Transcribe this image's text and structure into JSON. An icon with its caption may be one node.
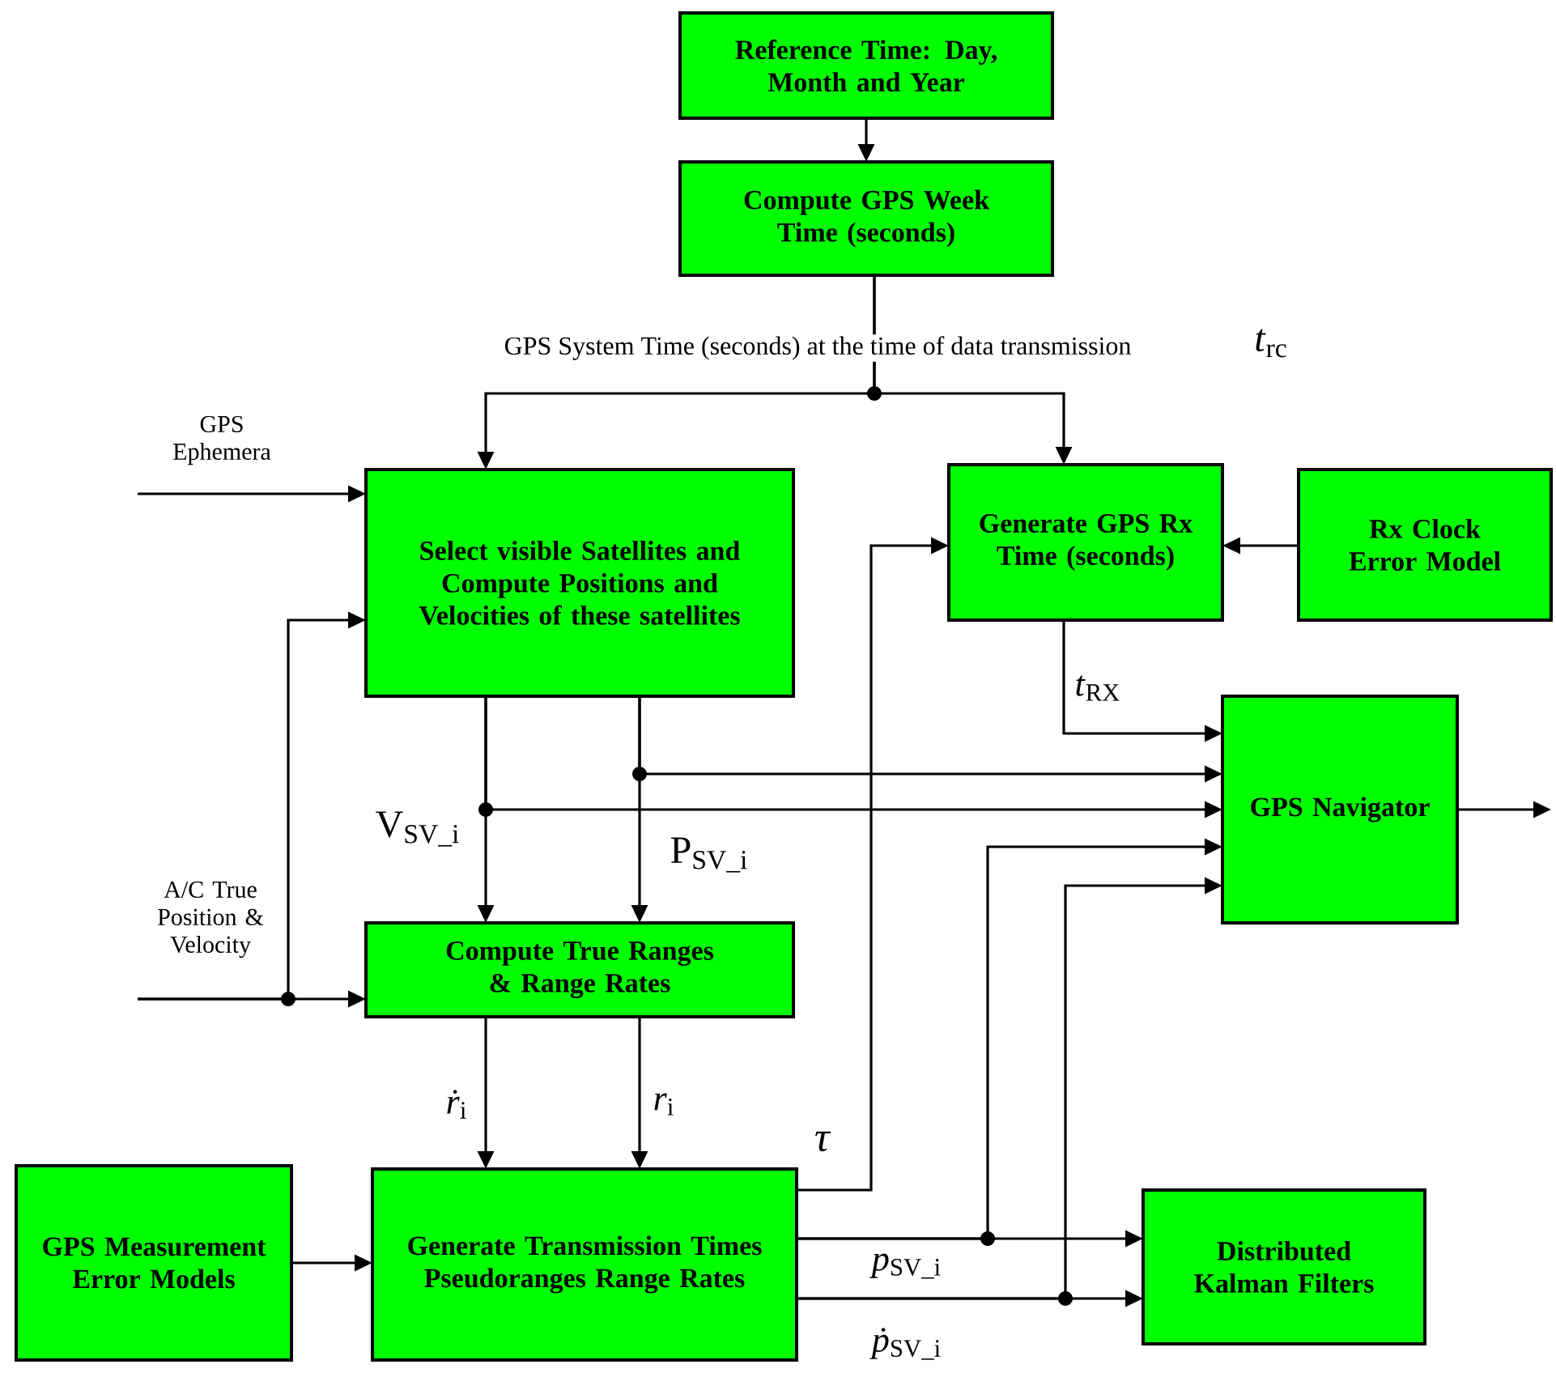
{
  "diagram": {
    "nodes": [
      {
        "text": [
          "Reference Time: Day, Month and Year"
        ]
      },
      {
        "text": [
          "Compute GPS Week Time (seconds)"
        ]
      },
      {
        "text": [
          "Select visible Satellites and Compute Positions and Velocities of these satellites"
        ]
      },
      {
        "text": [
          "Generate GPS Rx Time (seconds)"
        ]
      },
      {
        "text": [
          "Rx Clock Error Model"
        ]
      },
      {
        "text": [
          "GPS Navigator"
        ]
      },
      {
        "text": [
          "Compute True Ranges & Range Rates"
        ]
      },
      {
        "text": [
          "GPS Measurement Error Models"
        ]
      },
      {
        "text": [
          "Generate Transmission Times Pseudoranges Range Rates"
        ]
      },
      {
        "text": [
          "Distributed Kalman Filters"
        ]
      }
    ],
    "edges": [
      {
        "from": 0,
        "to": 1,
        "arrow": "to"
      },
      {
        "from": 1,
        "to": 2,
        "arrow": "to"
      },
      {
        "from": 1,
        "to": 3,
        "arrow": "to"
      },
      {
        "from": 4,
        "to": 3,
        "arrow": "to"
      },
      {
        "from": null,
        "to": 2,
        "arrow": "to",
        "label": "GPS Ephemera"
      },
      {
        "from": null,
        "to": 6,
        "arrow": "to",
        "label": "A/C True Position & Velocity"
      },
      {
        "from": null,
        "to": 2,
        "arrow": "to"
      },
      {
        "from": 2,
        "to": 6,
        "arrow": "to",
        "label": "V$_{SV_i}$"
      },
      {
        "from": 2,
        "to": 6,
        "arrow": "to",
        "label": "P$_{SV_i}$"
      },
      {
        "from": 2,
        "to": 5,
        "arrow": "to"
      },
      {
        "from": 2,
        "to": 5,
        "arrow": "to"
      },
      {
        "from": 3,
        "to": 5,
        "arrow": "to",
        "label": "*t*$_{RX}$"
      },
      {
        "from": 6,
        "to": 8,
        "arrow": "to",
        "label": "*ṙ*$_{i}$"
      },
      {
        "from": 6,
        "to": 8,
        "arrow": "to",
        "label": "*r*$_{i}$"
      },
      {
        "from": 7,
        "to": 8,
        "arrow": "to"
      },
      {
        "from": 8,
        "to": 3,
        "arrow": "to",
        "label": "*τ*"
      },
      {
        "from": 8,
        "to": 9,
        "arrow": "to",
        "label": "*p*$_{SV_i}$"
      },
      {
        "from": 8,
        "to": 9,
        "arrow": "to",
        "label": "*ṗ*$_{SV_i}$"
      },
      {
        "from": 8,
        "to": 5,
        "arrow": "to"
      },
      {
        "from": 8,
        "to": 5,
        "arrow": "to"
      },
      {
        "from": 5,
        "to": null,
        "arrow": "to"
      }
    ],
    "labels": [
      "GPS System Time (seconds) at the time of data transmission",
      "*t*$_{rc}$"
    ]
  }
}
